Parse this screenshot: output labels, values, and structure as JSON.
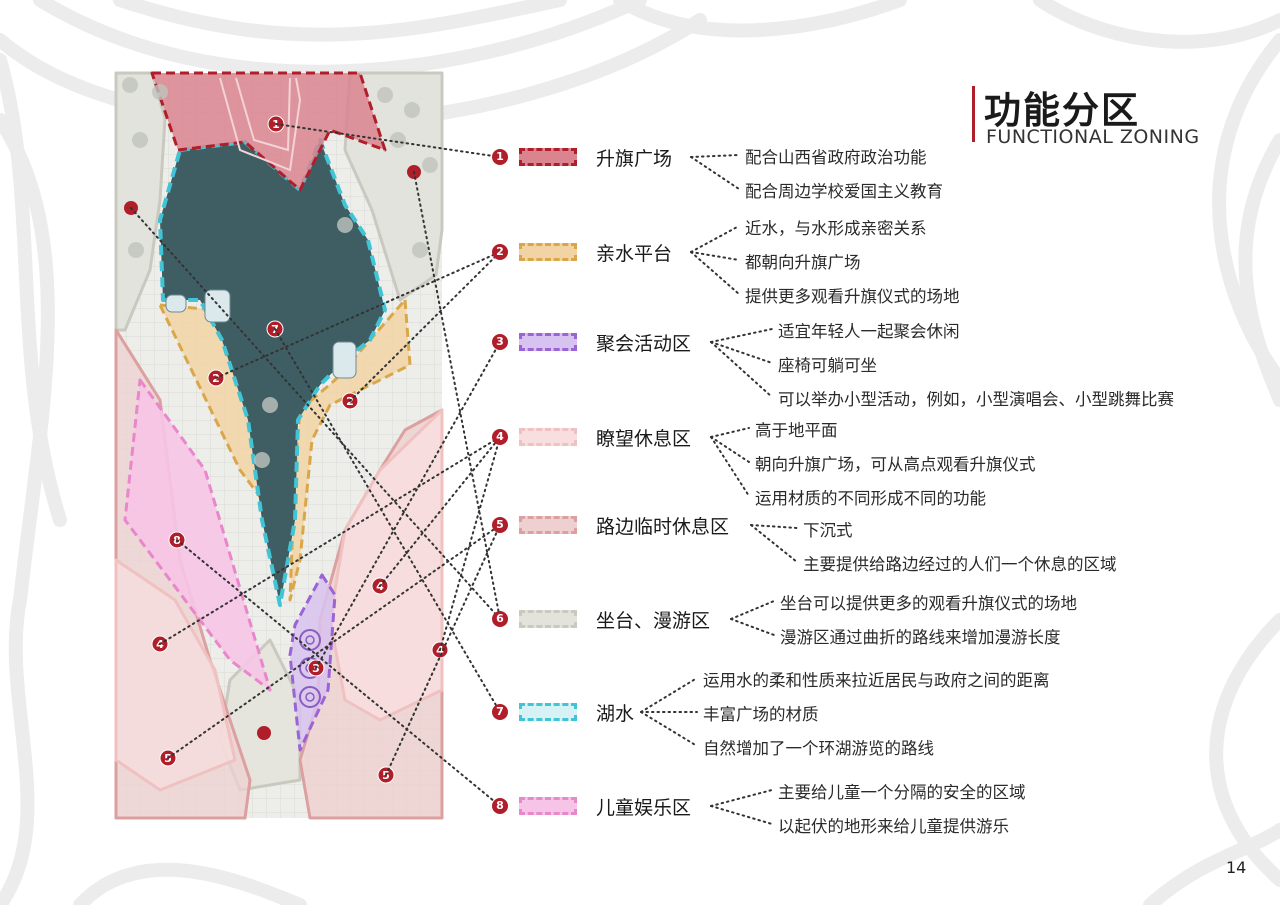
{
  "title": {
    "cn": "功能分区",
    "en": "FUNCTIONAL ZONING"
  },
  "page_number": "14",
  "zones": [
    {
      "num": "1",
      "name": "升旗广场",
      "fill": "#d9848f",
      "border": "#b01e2a",
      "descs": [
        "配合山西省政府政治功能",
        "配合周边学校爱国主义教育"
      ]
    },
    {
      "num": "2",
      "name": "亲水平台",
      "fill": "#f2d3a4",
      "border": "#d9a74a",
      "descs": [
        "近水，与水形成亲密关系",
        "都朝向升旗广场",
        "提供更多观看升旗仪式的场地"
      ]
    },
    {
      "num": "3",
      "name": "聚会活动区",
      "fill": "#d8c2ef",
      "border": "#9a63d6",
      "descs": [
        "适宜年轻人一起聚会休闲",
        "座椅可躺可坐",
        "可以举办小型活动，例如，小型演唱会、小型跳舞比赛"
      ]
    },
    {
      "num": "4",
      "name": "瞭望休息区",
      "fill": "#f8dede",
      "border": "#efc1c1",
      "descs": [
        "高于地平面",
        "朝向升旗广场，可从高点观看升旗仪式",
        "运用材质的不同形成不同的功能"
      ]
    },
    {
      "num": "5",
      "name": "路边临时休息区",
      "fill": "#eed0d0",
      "border": "#dca0a0",
      "descs": [
        "下沉式",
        "主要提供给路边经过的人们一个休息的区域"
      ]
    },
    {
      "num": "6",
      "name": "坐台、漫游区",
      "fill": "#e3e3dc",
      "border": "#c9c9c0",
      "descs": [
        "坐台可以提供更多的观看升旗仪式的场地",
        "漫游区通过曲折的路线来增加漫游长度"
      ]
    },
    {
      "num": "7",
      "name": "湖水",
      "fill": "#d7f2f4",
      "border": "#40c4d6",
      "descs": [
        "运用水的柔和性质来拉近居民与政府之间的距离",
        "丰富广场的材质",
        "自然增加了一个环湖游览的路线"
      ]
    },
    {
      "num": "8",
      "name": "儿童娱乐区",
      "fill": "#f6c4e6",
      "border": "#e887cb",
      "descs": [
        "主要给儿童一个分隔的安全的区域",
        "以起伏的地形来给儿童提供游乐"
      ]
    }
  ],
  "plan_markers": [
    "1",
    "2",
    "2",
    "3",
    "4",
    "4",
    "4",
    "5",
    "5",
    "7",
    "8"
  ],
  "colors": {
    "accent": "#b01e2a",
    "water": "#3f5e63",
    "leader": "#333333"
  }
}
